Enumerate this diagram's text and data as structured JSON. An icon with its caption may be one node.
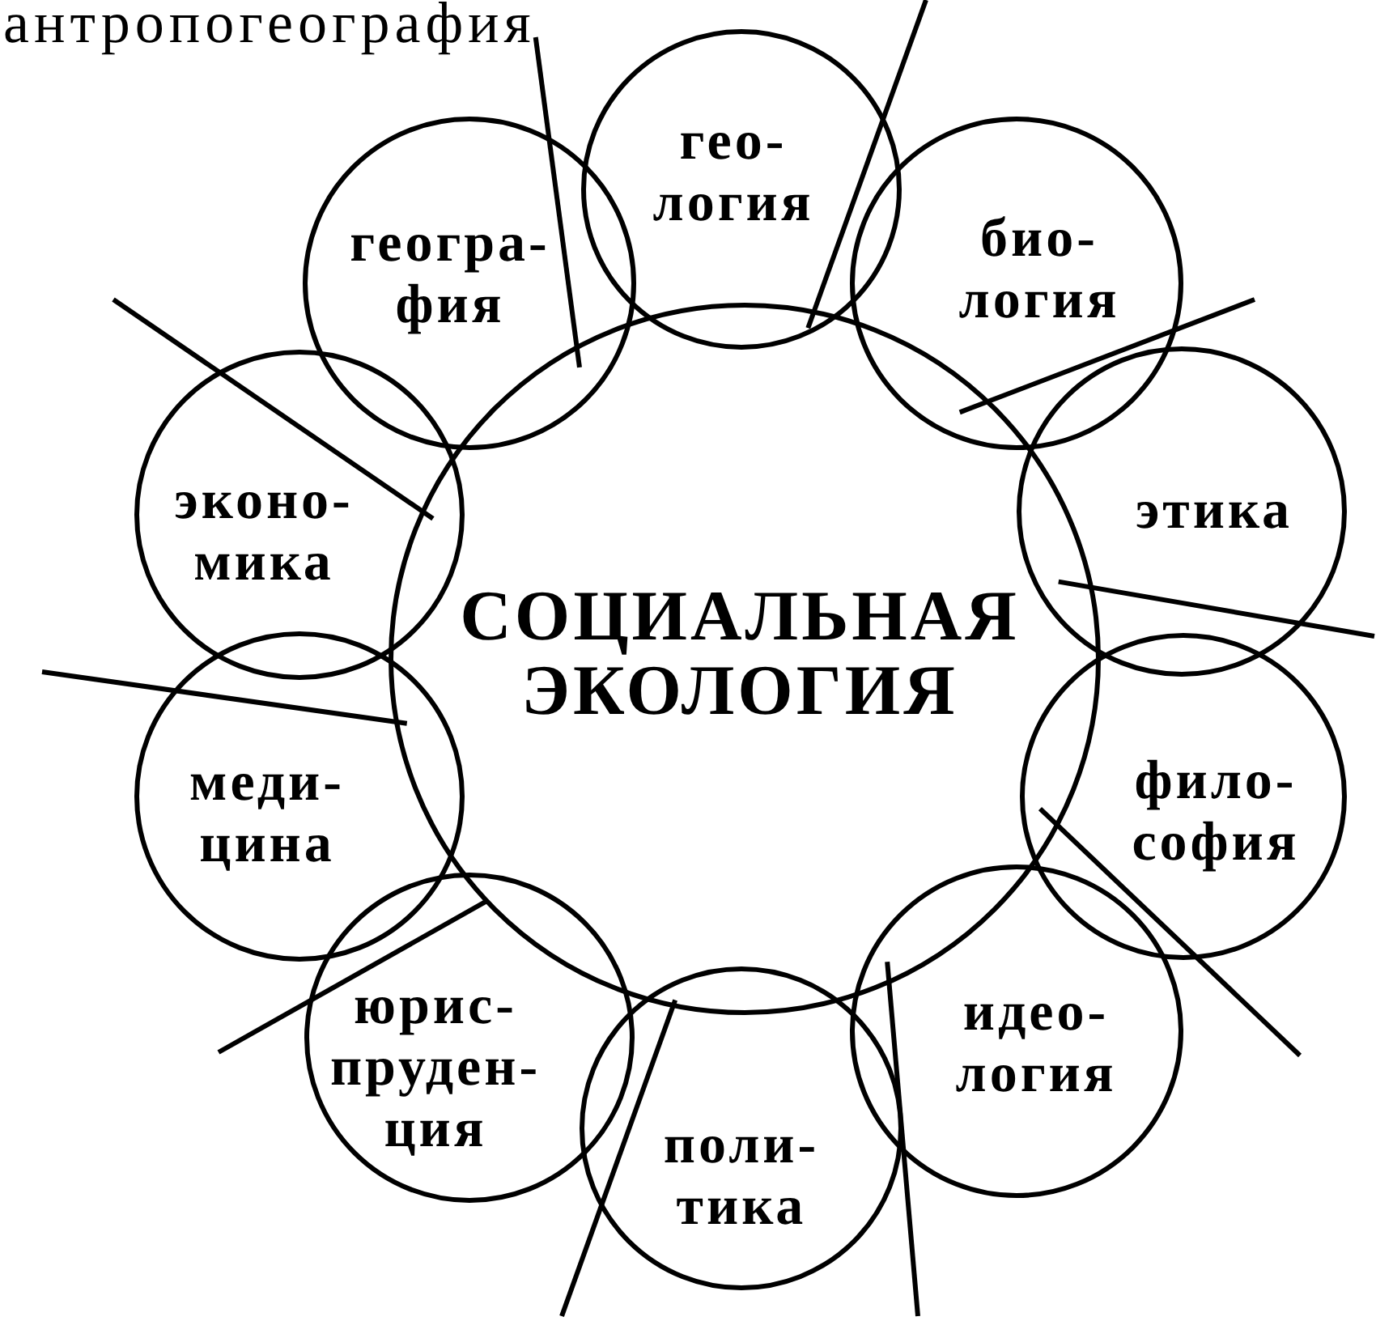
{
  "diagram": {
    "nodes": [
      {
        "text": [
          "СОЦИАЛЬНАЯ ЭКОЛОГИЯ"
        ]
      },
      {
        "text": [
          "геогра- фия"
        ]
      },
      {
        "text": [
          "гео- логия"
        ]
      },
      {
        "text": [
          "био- логия"
        ]
      },
      {
        "text": [
          "этика"
        ]
      },
      {
        "text": [
          "фило- софия"
        ]
      },
      {
        "text": [
          "идео- логия"
        ]
      },
      {
        "text": [
          "поли- тика"
        ]
      },
      {
        "text": [
          "юрис- пруден- ция"
        ]
      },
      {
        "text": [
          "меди- цина"
        ]
      },
      {
        "text": [
          "эконо- мика"
        ]
      },
      {
        "text": [
          "антропогеография"
        ]
      }
    ],
    "edges": [
      {
        "from": 11,
        "to": 0,
        "arrow": "none"
      },
      {
        "from": null,
        "to": 0,
        "arrow": "none"
      },
      {
        "from": null,
        "to": 0,
        "arrow": "none"
      },
      {
        "from": null,
        "to": 0,
        "arrow": "none"
      },
      {
        "from": null,
        "to": 0,
        "arrow": "none"
      },
      {
        "from": null,
        "to": 0,
        "arrow": "none"
      },
      {
        "from": null,
        "to": 0,
        "arrow": "none"
      },
      {
        "from": null,
        "to": 0,
        "arrow": "none"
      },
      {
        "from": null,
        "to": 0,
        "arrow": "none"
      },
      {
        "from": null,
        "to": 0,
        "arrow": "none"
      }
    ]
  }
}
